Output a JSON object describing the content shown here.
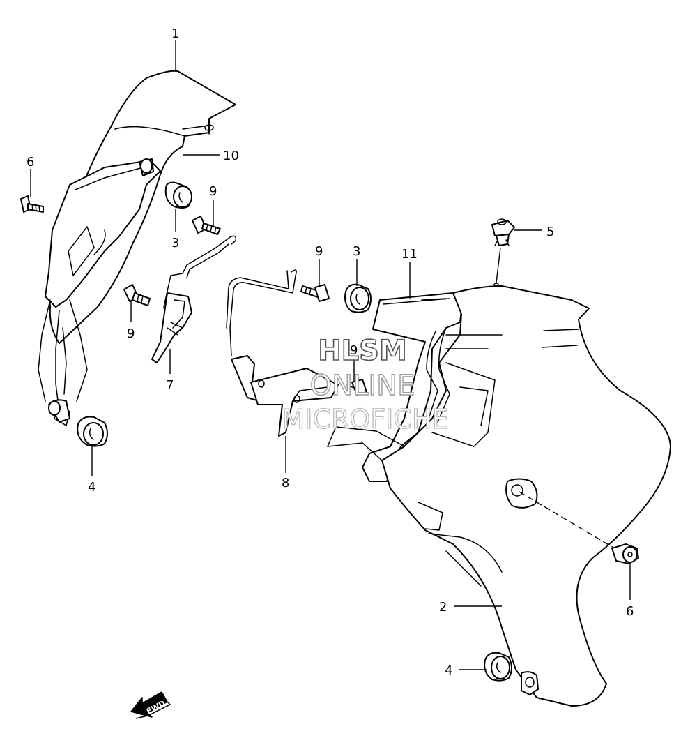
{
  "callouts": {
    "c1": "1",
    "c10": "10",
    "c6a": "6",
    "c9a": "9",
    "c3a": "3",
    "c9b": "9",
    "c7": "7",
    "c4a": "4",
    "c9c": "9",
    "c3b": "3",
    "c11": "11",
    "c5": "5",
    "c9d": "9",
    "c8": "8",
    "c2": "2",
    "c6b": "6",
    "c4b": "4"
  },
  "watermark": {
    "line1": "HLSM",
    "line2": "ONLINE",
    "line3": "MICROFICHE"
  },
  "fwd_arrow": {
    "label": "FWD"
  }
}
